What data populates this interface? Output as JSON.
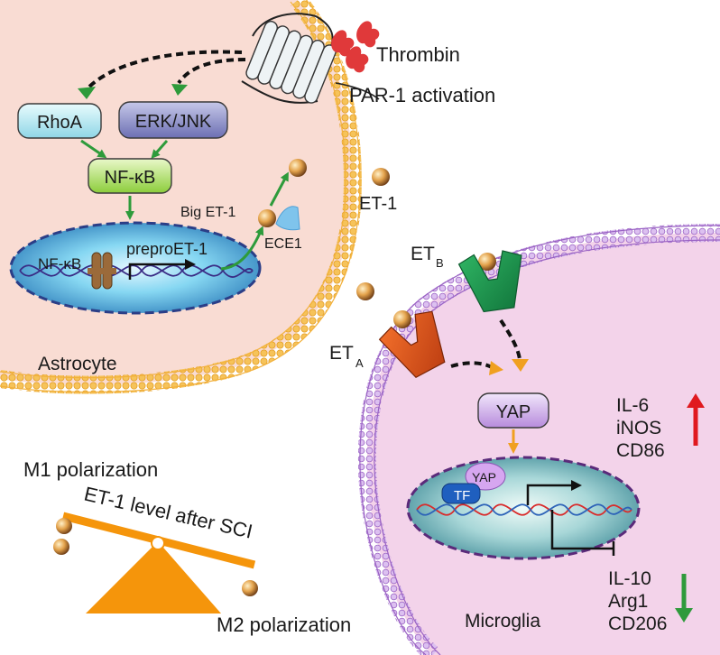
{
  "labels": {
    "thrombin": "Thrombin",
    "par1": "PAR-1 activation",
    "rhoa": "RhoA",
    "erk": "ERK/JNK",
    "nfkb": "NF-κB",
    "nfkb_nucleus": "NF-κB",
    "prepro": "preproET-1",
    "bigEt1": "Big ET-1",
    "ece1": "ECE1",
    "et1": "ET-1",
    "astrocyte": "Astrocyte",
    "et_b": "ET",
    "et_b_sub": "B",
    "et_a": "ET",
    "et_a_sub": "A",
    "yap": "YAP",
    "yap_nucleus": "YAP",
    "tf": "TF",
    "il6": "IL-6",
    "inos": "iNOS",
    "cd86": "CD86",
    "il10": "IL-10",
    "arg1": "Arg1",
    "cd206": "CD206",
    "microglia": "Microglia",
    "m1": "M1 polarization",
    "et1level": "ET-1 level after SCI",
    "m2": "M2 polarization"
  },
  "colors": {
    "astrocyte_fill": "#f9dcd3",
    "microglia_fill": "#f3d3ea",
    "astro_membrane": "#f4b942",
    "micro_membrane": "#b27fd4",
    "green_arrow": "#2e9b3b",
    "orange_arrow": "#f0a020",
    "up_arrow": "#e0191f",
    "down_arrow": "#2f9a3c",
    "thrombin": "#e0393a",
    "balance": "#f5950b"
  }
}
